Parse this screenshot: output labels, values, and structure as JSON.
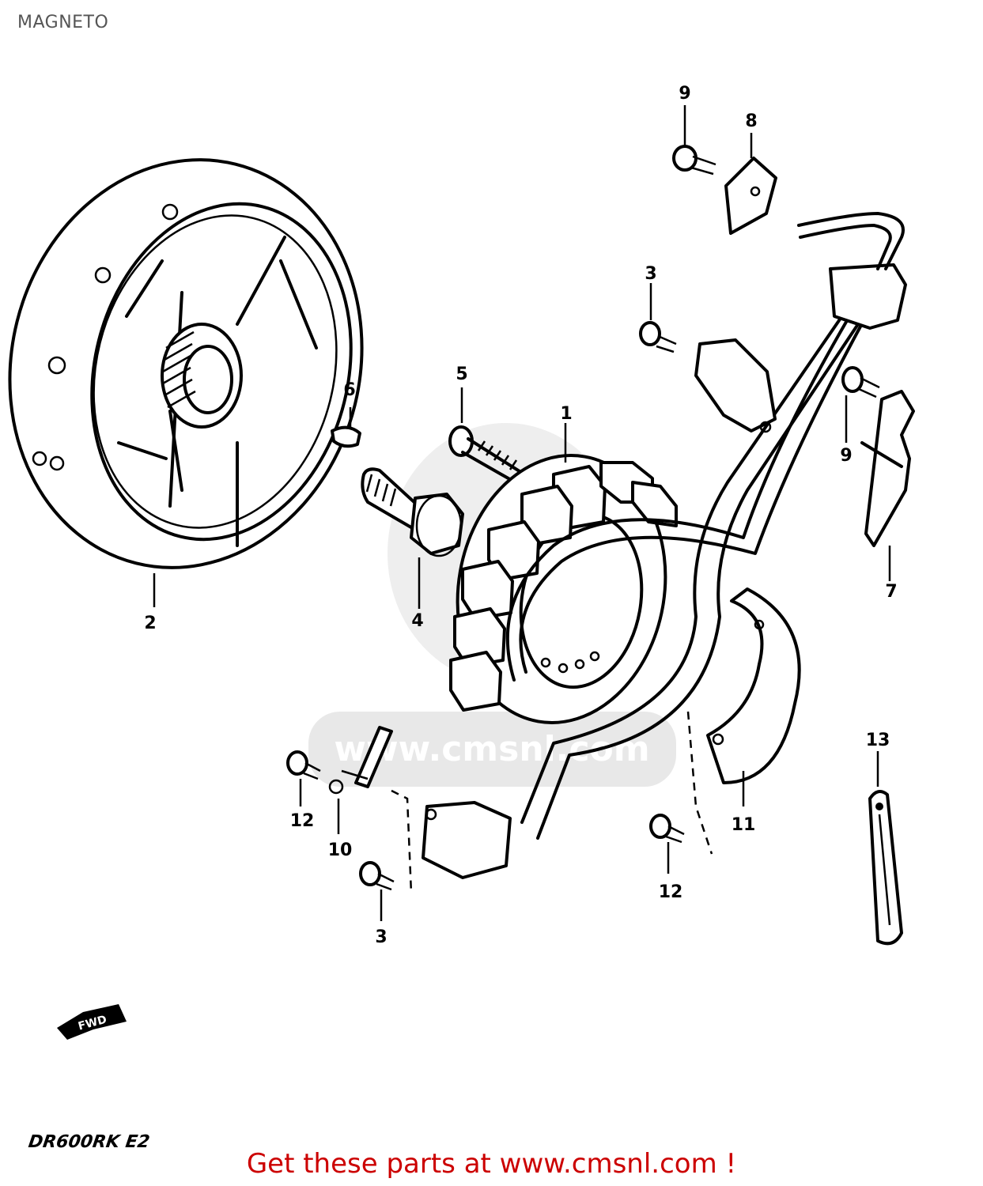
{
  "title": "MAGNETO",
  "callouts": [
    "1",
    "2",
    "3",
    "3",
    "4",
    "5",
    "6",
    "7",
    "8",
    "9",
    "9",
    "10",
    "11",
    "12",
    "12",
    "13"
  ],
  "fwd_label": "FWD",
  "watermark": "www.cmsnl.com",
  "model_code": "DR600RK E2",
  "footer": "Get these parts at www.cmsnl.com !",
  "colors": {
    "line": "#000000",
    "footer": "#cc0000",
    "watermark": "#d9d9d9",
    "title": "#555555"
  }
}
